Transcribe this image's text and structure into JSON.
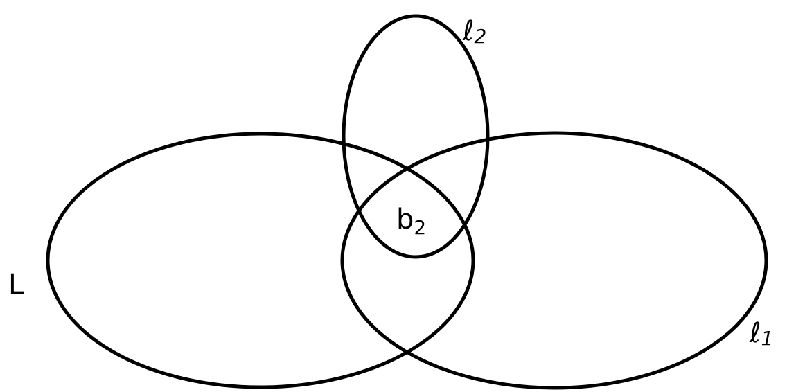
{
  "diagram": {
    "stroke_color": "#000000",
    "background_color": "#ffffff",
    "sets": [
      {
        "id": "L",
        "label": "L",
        "subscript": ""
      },
      {
        "id": "l1",
        "label": "ℓ",
        "subscript": "1"
      },
      {
        "id": "l2",
        "label": "ℓ",
        "subscript": "2"
      }
    ],
    "intersection_label": {
      "label": "b",
      "subscript": "2"
    }
  }
}
